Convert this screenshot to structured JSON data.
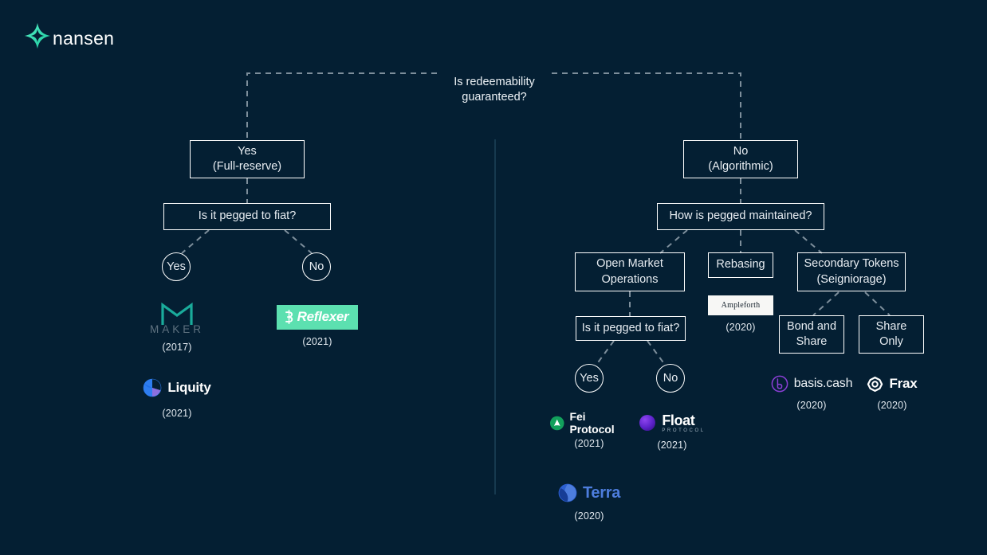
{
  "brand": {
    "name": "nansen",
    "logo_icon": "four-point-star-icon",
    "accent": "#3fe0b8"
  },
  "theme": {
    "background": "#041f33",
    "node_border": "#ffffff",
    "text": "#e8edf2",
    "connector": "#7d8e9b",
    "divider": "#16394f"
  },
  "diagram": {
    "type": "decision-tree",
    "root": {
      "id": "root-question",
      "label": "Is redeemability\nguaranteed?"
    },
    "nodes": [
      {
        "id": "yes-full-reserve",
        "label": "Yes\n(Full-reserve)",
        "shape": "box"
      },
      {
        "id": "no-algorithmic",
        "label": "No\n(Algorithmic)",
        "shape": "box"
      },
      {
        "id": "left-pegged-fiat",
        "label": "Is it pegged to fiat?",
        "shape": "box"
      },
      {
        "id": "how-pegged",
        "label": "How is pegged maintained?",
        "shape": "box"
      },
      {
        "id": "left-yes",
        "label": "Yes",
        "shape": "circle"
      },
      {
        "id": "left-no",
        "label": "No",
        "shape": "circle"
      },
      {
        "id": "open-market-ops",
        "label": "Open Market\nOperations",
        "shape": "box"
      },
      {
        "id": "rebasing",
        "label": "Rebasing",
        "shape": "box"
      },
      {
        "id": "secondary-tokens",
        "label": "Secondary Tokens\n(Seigniorage)",
        "shape": "box"
      },
      {
        "id": "right-pegged-fiat",
        "label": "Is it pegged to fiat?",
        "shape": "box"
      },
      {
        "id": "right-yes",
        "label": "Yes",
        "shape": "circle"
      },
      {
        "id": "right-no",
        "label": "No",
        "shape": "circle"
      },
      {
        "id": "bond-and-share",
        "label": "Bond and\nShare",
        "shape": "box"
      },
      {
        "id": "share-only",
        "label": "Share\nOnly",
        "shape": "box"
      }
    ],
    "projects": [
      {
        "id": "maker",
        "name": "MAKER",
        "year": "(2017)",
        "icon": "maker-logo-icon",
        "color": "#1aab9b"
      },
      {
        "id": "reflexer",
        "name": "Reflexer",
        "year": "(2021)",
        "icon": "reflexer-logo-icon",
        "color": "#5ce0b0"
      },
      {
        "id": "liquity",
        "name": "Liquity",
        "year": "(2021)",
        "icon": "liquity-logo-icon",
        "color": "#2e7df0"
      },
      {
        "id": "ampleforth",
        "name": "Ampleforth",
        "year": "(2020)",
        "icon": "ampleforth-logo-icon",
        "color": "#f7f7f5"
      },
      {
        "id": "fei-protocol",
        "name": "Fei Protocol",
        "year": "(2021)",
        "icon": "fei-logo-icon",
        "color": "#12a05c"
      },
      {
        "id": "float",
        "name": "Float",
        "sub": "PROTOCOL",
        "year": "(2021)",
        "icon": "float-logo-icon",
        "color": "#6a2fd4"
      },
      {
        "id": "basis-cash",
        "name": "basis.cash",
        "year": "(2020)",
        "icon": "basis-cash-logo-icon",
        "color": "#8b3fd6"
      },
      {
        "id": "frax",
        "name": "Frax",
        "year": "(2020)",
        "icon": "frax-logo-icon",
        "color": "#ffffff"
      },
      {
        "id": "terra",
        "name": "Terra",
        "year": "(2020)",
        "icon": "terra-logo-icon",
        "color": "#4d7ddd"
      }
    ]
  }
}
